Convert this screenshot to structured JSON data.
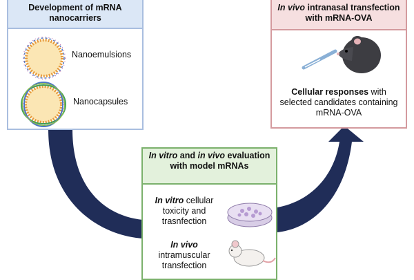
{
  "development": {
    "title": "Development of mRNA nanocarriers",
    "items": [
      "Nanoemulsions",
      "Nanocapsules"
    ]
  },
  "in_vivo_intranasal": {
    "title_italic": "In vivo",
    "title_rest": " intranasal transfection with mRNA-OVA",
    "response_bold": "Cellular responses",
    "response_rest": " with selected candidates containing mRNA-OVA"
  },
  "evaluation": {
    "title_italic_1": "In vitro",
    "title_mid": " and ",
    "title_italic_2": "in vivo",
    "title_rest": " evaluation with model mRNAs",
    "in_vitro_label": "In vitro",
    "in_vitro_rest": " cellular toxicity and trasnfection",
    "in_vivo_label": "In vivo",
    "in_vivo_rest": "intramuscular transfection"
  },
  "colors": {
    "arrow": "#202d58",
    "dev_border": "#a9bedf",
    "inv_border": "#d49a9e",
    "eval_border": "#7bb16c"
  }
}
